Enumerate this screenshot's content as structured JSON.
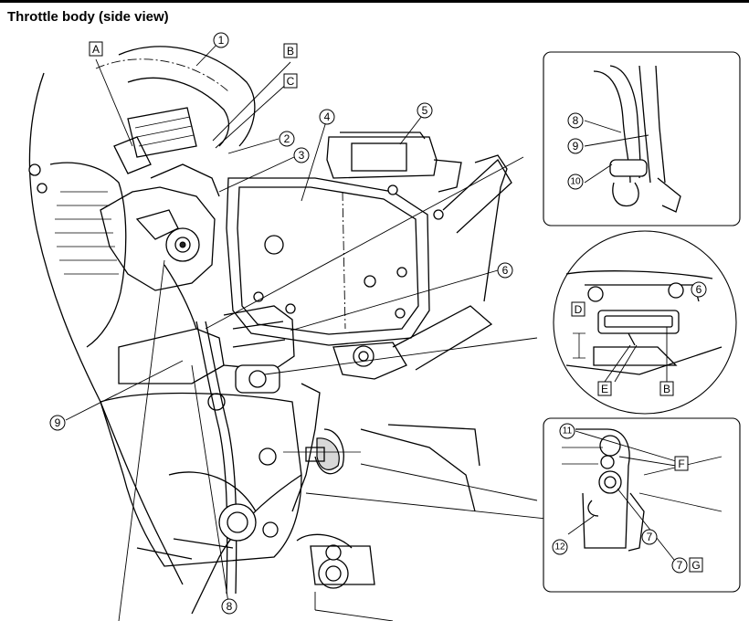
{
  "title": "Throttle body (side view)",
  "callouts": [
    "1",
    "2",
    "3",
    "4",
    "5",
    "6",
    "7",
    "8",
    "9",
    "10",
    "11",
    "12"
  ],
  "letter_labels": [
    "A",
    "B",
    "C",
    "D",
    "E",
    "F",
    "G"
  ]
}
